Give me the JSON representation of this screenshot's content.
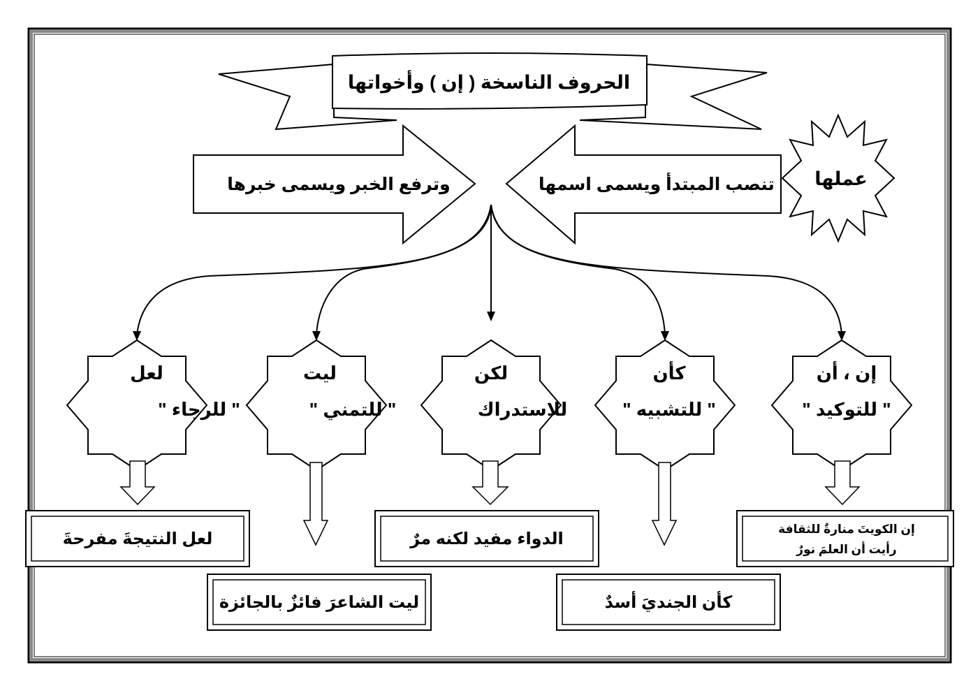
{
  "title": "الحروف الناسخة ( إن ) وأخواتها",
  "function_label": "عملها",
  "effect_right": "تنصب المبتدأ ويسمى اسمها",
  "effect_left": "وترفع الخبر ويسمى خبرها",
  "particles": [
    {
      "particle": "إن ، أن",
      "meaning": "\" للتوكيد \""
    },
    {
      "particle": "كأن",
      "meaning": "\" للتشبيه \""
    },
    {
      "particle": "لكن",
      "meaning": "للاستدراك"
    },
    {
      "particle": "ليت",
      "meaning": "\" للتمني \""
    },
    {
      "particle": "لعل",
      "meaning": "\" للرجاء \""
    }
  ],
  "examples": {
    "inna_line1": "إن الكويتَ منارةٌ للثقافة",
    "inna_line2": "رأيت أن العلمَ نورٌ",
    "kaanna": "كأن الجنديَ أسدٌ",
    "lakin": "الدواء مفيد لكنه مرٌ",
    "layta": "ليت الشاعرَ فائزٌ بالجائزة",
    "laalla": "لعل النتيجةَ مفرحةَ"
  }
}
